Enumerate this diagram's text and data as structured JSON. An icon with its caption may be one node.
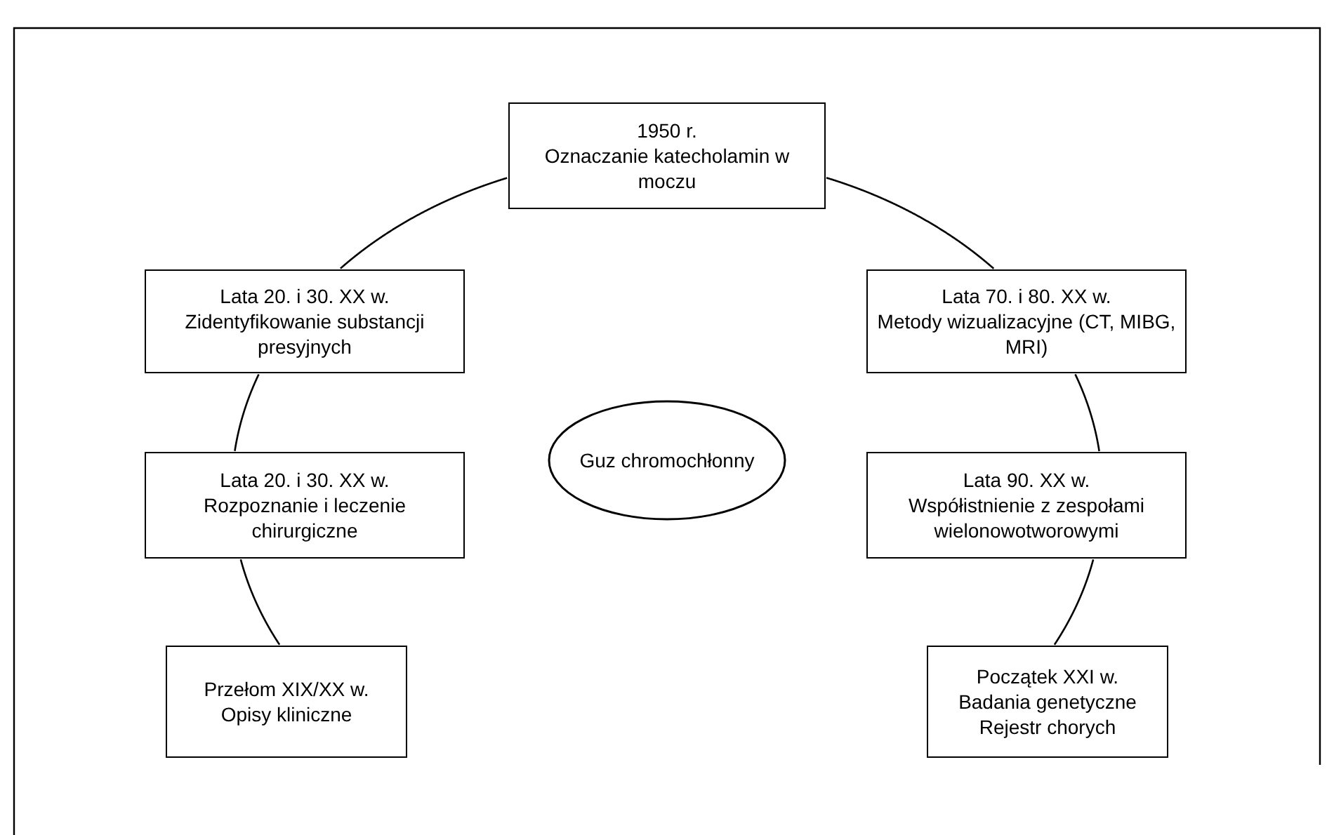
{
  "diagram": {
    "nodes": [
      {
        "text": [
          "1950 r.",
          "Oznaczanie katecholamin w moczu"
        ]
      },
      {
        "text": [
          "Lata 20. i 30. XX w.",
          "Zidentyfikowanie substancji presyjnych"
        ]
      },
      {
        "text": [
          "Lata 70. i 80. XX w.",
          "Metody wizualizacyjne (CT, MIBG, MRI)"
        ]
      },
      {
        "text": [
          "Guz chromochłonny"
        ]
      },
      {
        "text": [
          "Lata 20. i 30. XX w.",
          "Rozpoznanie i leczenie chirurgiczne"
        ]
      },
      {
        "text": [
          "Lata 90. XX w.",
          "Współistnienie z zespołami wielonowotworowymi"
        ]
      },
      {
        "text": [
          "Przełom XIX/XX w.",
          "Opisy kliniczne"
        ]
      },
      {
        "text": [
          "Początek XXI w.",
          "Badania genetyczne",
          "Rejestr chorych"
        ]
      }
    ],
    "edges": [
      {
        "from": 1,
        "to": 0,
        "arrow": "none"
      },
      {
        "from": 0,
        "to": 2,
        "arrow": "none"
      },
      {
        "from": 1,
        "to": 4,
        "arrow": "none"
      },
      {
        "from": 2,
        "to": 5,
        "arrow": "none"
      },
      {
        "from": 4,
        "to": 6,
        "arrow": "none"
      },
      {
        "from": 5,
        "to": 7,
        "arrow": "none"
      }
    ]
  }
}
